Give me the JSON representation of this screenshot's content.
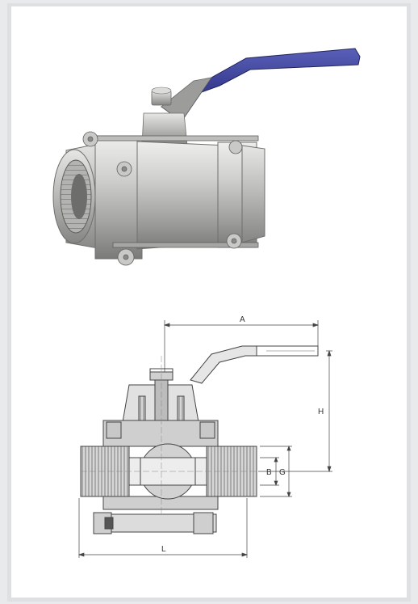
{
  "drawing": {
    "dimension_labels": {
      "A": "A",
      "H": "H",
      "B": "B",
      "G": "G",
      "L": "L"
    }
  },
  "colors": {
    "background": "#e9eaec",
    "card": "#ffffff",
    "handle": "#3a3f94",
    "steel_light": "#d8d8d6",
    "steel_mid": "#a9aaa7",
    "steel_dark": "#6f706d",
    "drawing_fill": "#d9d9d9",
    "drawing_line": "#444444"
  },
  "icons": {
    "photo": "ball-valve-photo",
    "drawing": "ball-valve-section-drawing"
  }
}
